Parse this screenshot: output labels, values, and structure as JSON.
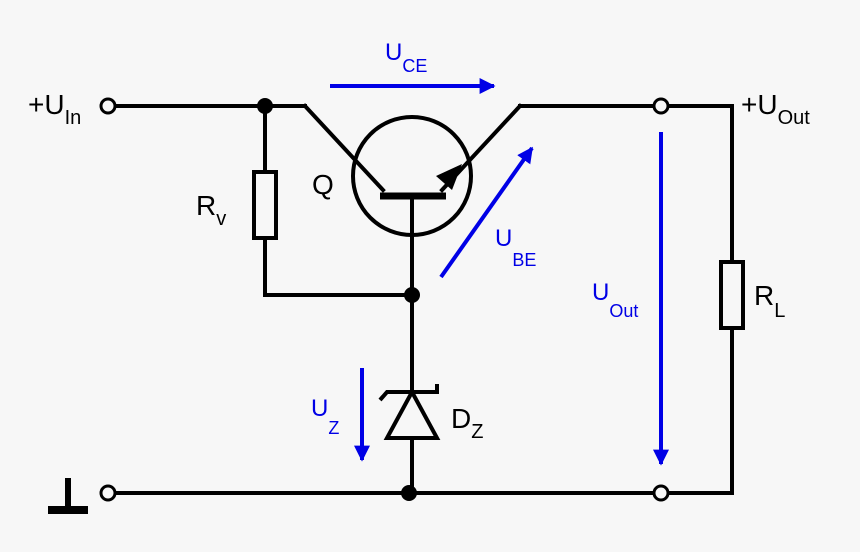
{
  "colors": {
    "background": "#f7f7f7",
    "wire": "#000000",
    "annotation": "#0000e6"
  },
  "labels": {
    "input_plus": "+U",
    "input_sub": "In",
    "output_plus": "+U",
    "output_sub": "Out",
    "transistor": "Q",
    "rv_main": "R",
    "rv_sub": "v",
    "rl_main": "R",
    "rl_sub": "L",
    "dz_main": "D",
    "dz_sub": "Z"
  },
  "voltages": {
    "uce_main": "U",
    "uce_sub": "CE",
    "ube_main": "U",
    "ube_sub": "BE",
    "uout_main": "U",
    "uout_sub": "Out",
    "uz_main": "U",
    "uz_sub": "Z"
  },
  "icons": {
    "ground": "ground-icon",
    "terminal": "terminal-circle-icon",
    "junction": "junction-dot-icon"
  }
}
